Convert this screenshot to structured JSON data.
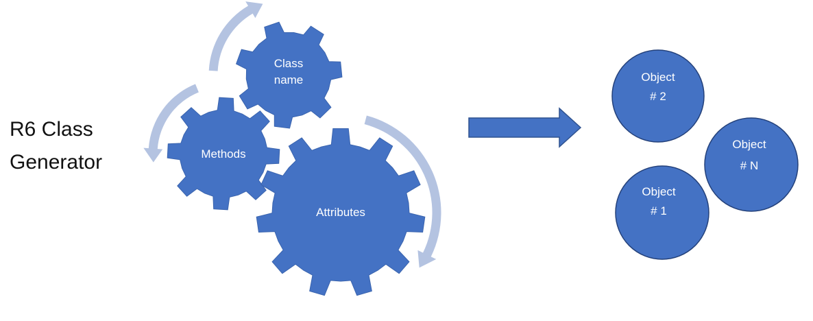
{
  "title": {
    "lines": [
      "R6 Class",
      "Generator"
    ]
  },
  "gears": [
    {
      "id": "class-name",
      "label_lines": [
        "Class",
        "name"
      ]
    },
    {
      "id": "methods",
      "label_lines": [
        "Methods"
      ]
    },
    {
      "id": "attributes",
      "label_lines": [
        "Attributes"
      ]
    }
  ],
  "objects": [
    {
      "id": "object-2",
      "label_lines": [
        "Object",
        "# 2"
      ]
    },
    {
      "id": "object-n",
      "label_lines": [
        "Object",
        "# N"
      ]
    },
    {
      "id": "object-1",
      "label_lines": [
        "Object",
        "# 1"
      ]
    }
  ],
  "colors": {
    "gear_fill": "#4472C4",
    "gear_stroke": "#3A64AE",
    "circle_fill": "#4472C4",
    "circle_stroke": "#24417A",
    "cycle_arrow": "#B4C3E1",
    "arrow_fill": "#4472C4",
    "arrow_stroke": "#2F528F"
  }
}
